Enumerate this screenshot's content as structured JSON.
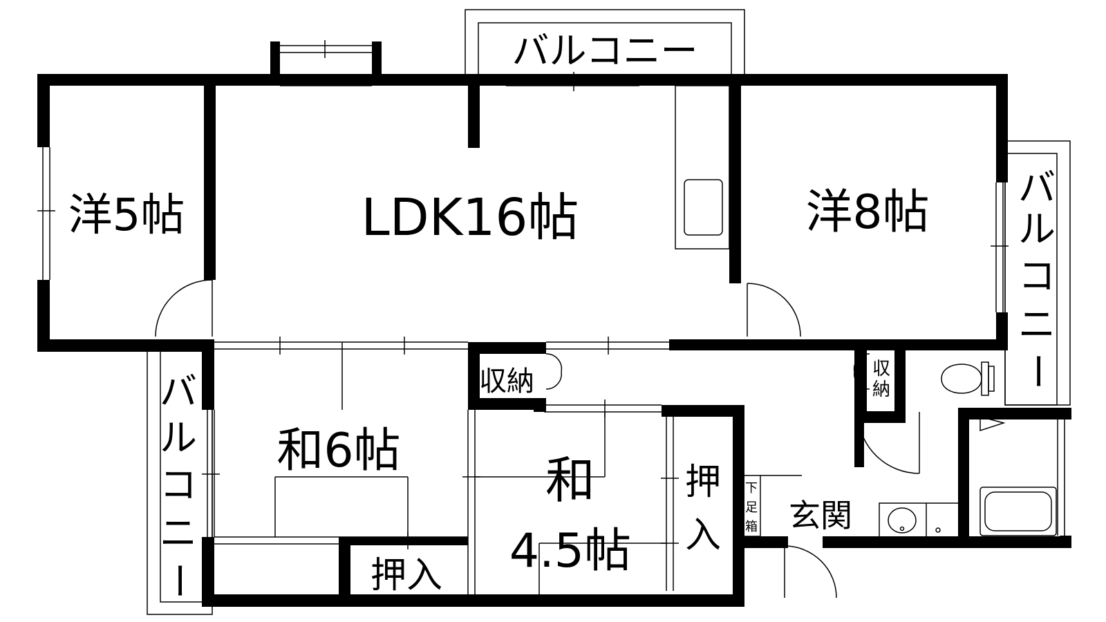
{
  "plan": {
    "rooms": {
      "western_5": "洋5帖",
      "ldk": "LDK16帖",
      "western_8": "洋8帖",
      "japanese_6": "和6帖",
      "japanese_45_line1": "和",
      "japanese_45_line2": "4.5帖",
      "entrance": "玄関"
    },
    "storage": {
      "closet_center": "収納",
      "closet_right_line1": "収",
      "closet_right_line2": "納",
      "shoe_box_1": "下",
      "shoe_box_2": "足",
      "shoe_box_3": "箱",
      "oshiire_bottom": "押入",
      "oshiire_right_line1": "押",
      "oshiire_right_line2": "入"
    },
    "balconies": {
      "top": "バルコニー",
      "right": [
        "バ",
        "ル",
        "コ",
        "ニ",
        "ー"
      ],
      "left": [
        "バ",
        "ル",
        "コ",
        "ニ",
        "ー"
      ]
    }
  }
}
